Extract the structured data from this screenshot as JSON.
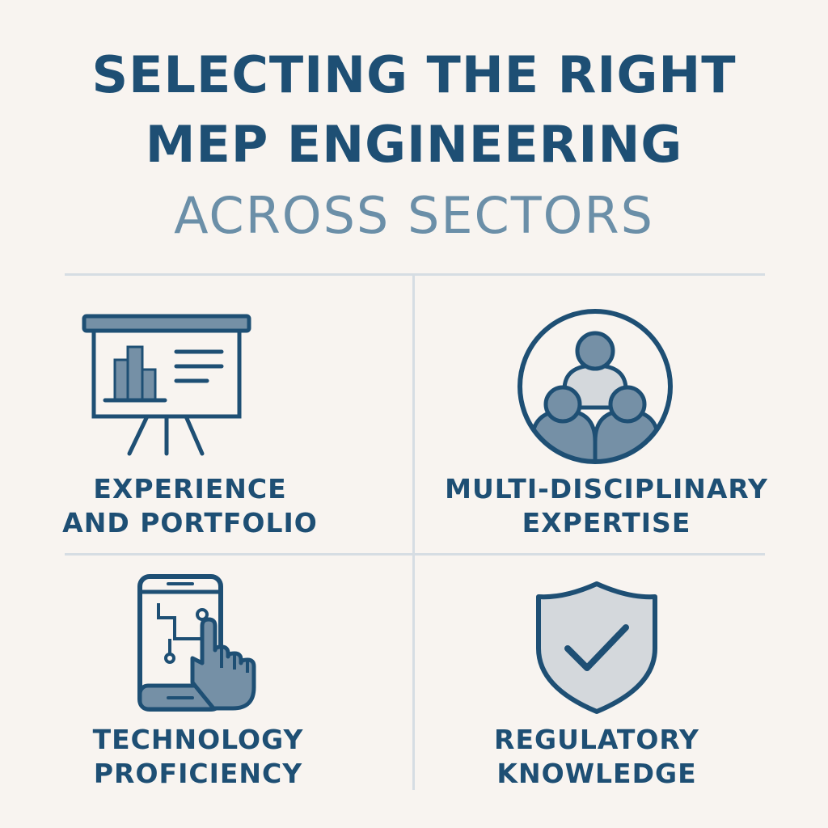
{
  "header": {
    "title_line1": "SELECTING THE RIGHT",
    "title_line2": "MEP ENGINEERING",
    "subtitle": "ACROSS SECTORS"
  },
  "cards": [
    {
      "icon": "presentation-board-icon",
      "line1": "EXPERIENCE",
      "line2": "AND PORTFOLIO"
    },
    {
      "icon": "team-group-icon",
      "line1": "MULTI-DISCIPLINARY",
      "line2": "EXPERTISE"
    },
    {
      "icon": "smartphone-touch-icon",
      "line1": "TECHNOLOGY",
      "line2": "PROFICIENCY"
    },
    {
      "icon": "shield-check-icon",
      "line1": "REGULATORY",
      "line2": "KNOWLEDGE"
    }
  ],
  "colors": {
    "background": "#f8f4f0",
    "primary": "#1e4f74",
    "secondary": "#6b8fa8",
    "icon_fill": "#7590a6",
    "icon_light": "#d4d8dc",
    "divider": "#d6dde3"
  }
}
